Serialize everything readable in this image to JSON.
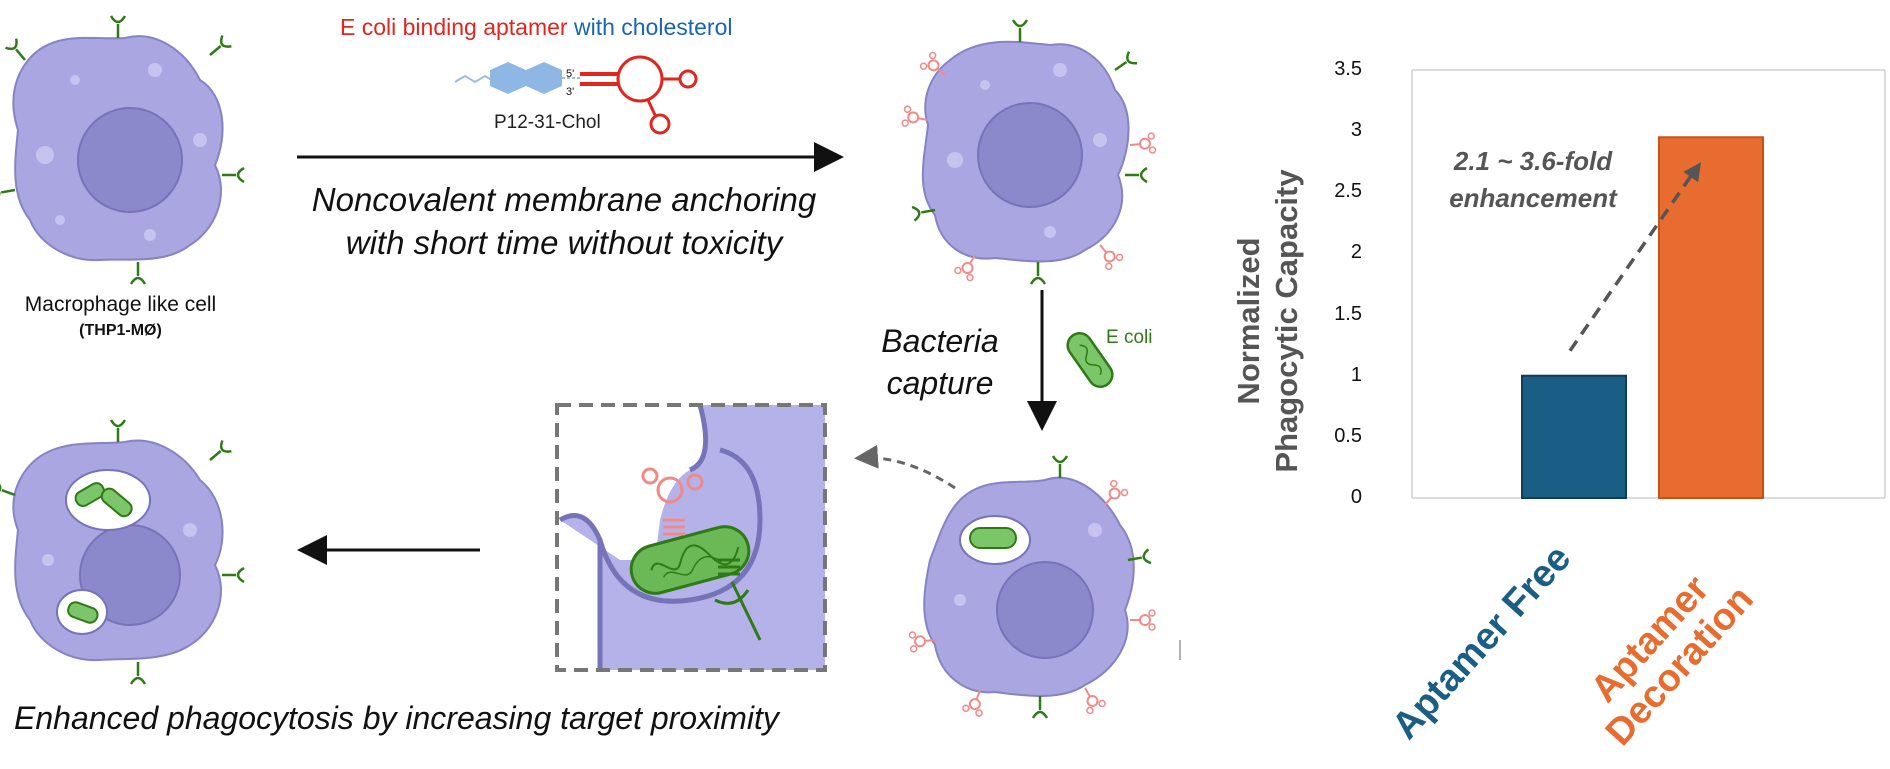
{
  "top_label": {
    "part1": "E coli binding aptamer",
    "part2": "with cholesterol"
  },
  "aptamer": {
    "name": "P12-31-Chol",
    "five_prime": "5'",
    "three_prime": "3'"
  },
  "step1_caption": {
    "line1": "Noncovalent membrane anchoring",
    "line2": "with short time without toxicity"
  },
  "cell": {
    "name": "Macrophage like cell",
    "code": "(THP1-MØ)"
  },
  "step2_caption": {
    "line1": "Bacteria",
    "line2": "capture"
  },
  "bacteria_label": "E coli",
  "bottom_caption": "Enhanced phagocytosis by increasing target proximity",
  "colors": {
    "aptamer_red": "#e0261f",
    "cholesterol_blue": "#1a64b4",
    "cell_fill": "#a9a6e1",
    "nucleus": "#8b89cc",
    "bacteria_green": "#5aa64a",
    "bar_free": "#1b5e85",
    "bar_decoration": "#e86c2f"
  },
  "chart_data": {
    "type": "bar",
    "categories": [
      "Aptamer Free",
      "Aptamer Decoration"
    ],
    "values": [
      1.0,
      2.95
    ],
    "colors": [
      "#1b5e85",
      "#e86c2f"
    ],
    "ylabel": "Normalized Phagocytic Capacity",
    "ylim": [
      0,
      3.5
    ],
    "yticks": [
      "0",
      "0.5",
      "1",
      "1.5",
      "2",
      "2.5",
      "3",
      "3.5"
    ],
    "annotation": {
      "line1": "2.1 ~ 3.6-fold",
      "line2": "enhancement"
    },
    "grid": false
  }
}
